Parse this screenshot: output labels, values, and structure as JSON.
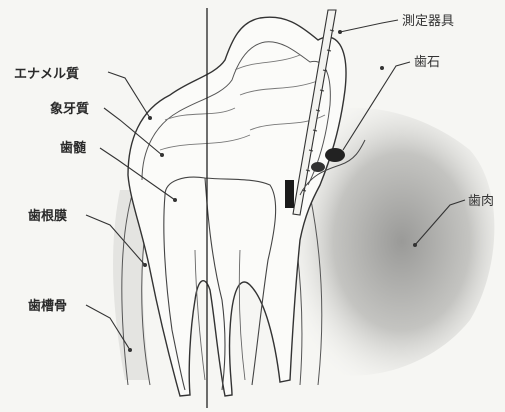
{
  "diagram": {
    "labels": {
      "enamel": "エナメル質",
      "dentin": "象牙質",
      "pulp": "歯髄",
      "periodontal_ligament": "歯根膜",
      "alveolar_bone": "歯槽骨",
      "probe": "測定器具",
      "calculus": "歯石",
      "gingiva": "歯肉"
    }
  }
}
